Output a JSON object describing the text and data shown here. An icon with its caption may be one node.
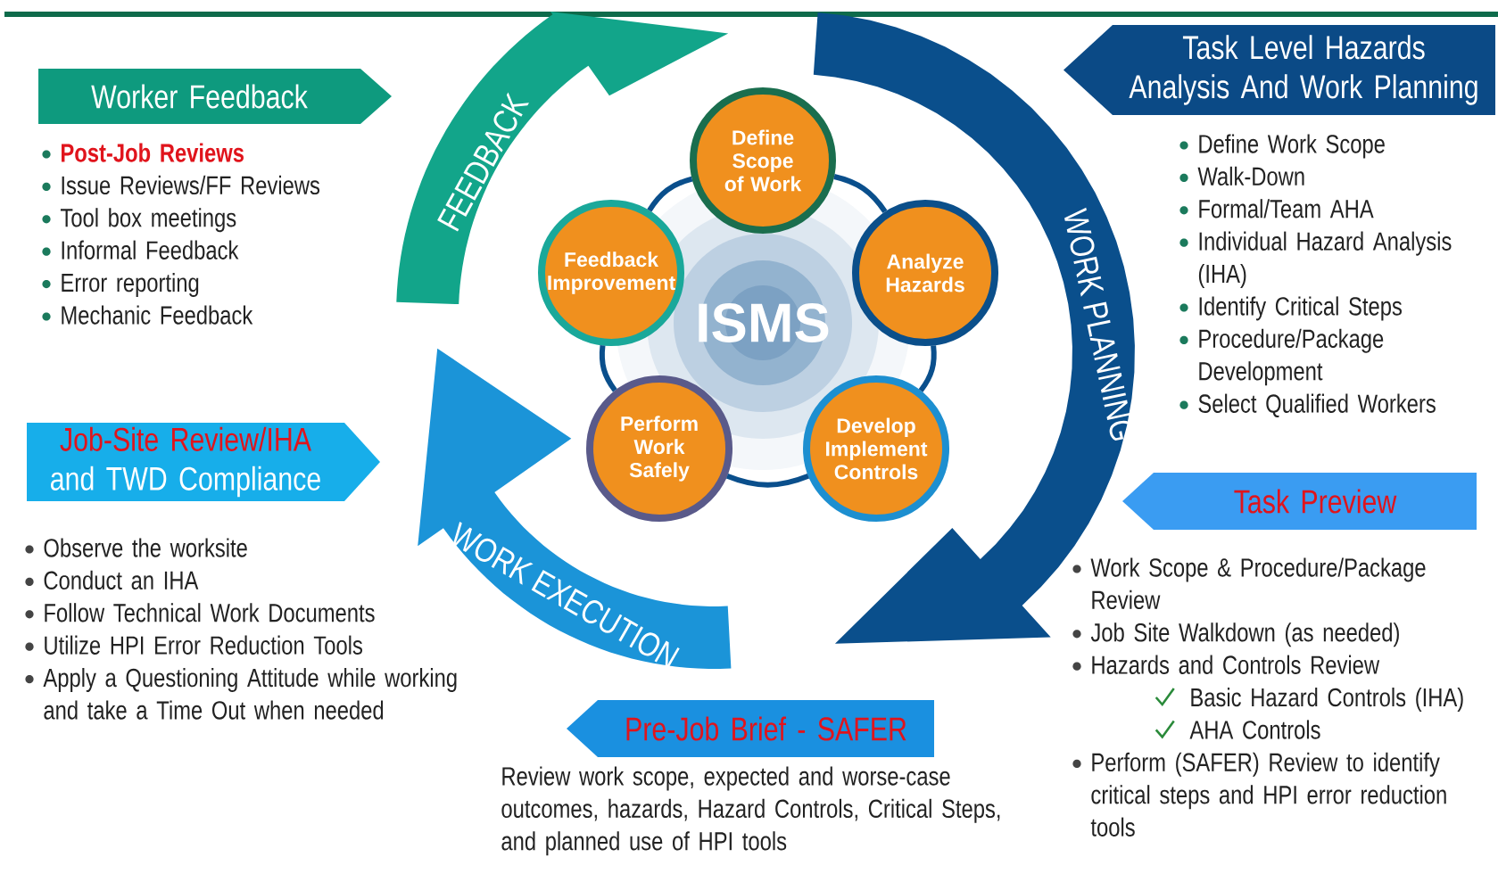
{
  "diagram": {
    "nodes": [
      {
        "text": [
          "Worker Feedback"
        ],
        "beside": [
          "Post-Job Reviews",
          "Issue Reviews/FF Reviews",
          "Tool box meetings",
          "Informal Feedback",
          "Error reporting",
          "Mechanic Feedback"
        ]
      },
      {
        "text": [
          "Task Level Hazards Analysis And Work Planning"
        ],
        "beside": [
          "Define Work Scope",
          "Walk-Down",
          "Formal/Team  AHA",
          "Individual Hazard Analysis (IHA)",
          "Identify Critical Steps",
          "Procedure/Package Development",
          "Select Qualified Workers"
        ]
      },
      {
        "text": [
          "FEEDBACK"
        ]
      },
      {
        "text": [
          "WORK PLANNING"
        ]
      },
      {
        "text": [
          "Define Scope of Work"
        ]
      },
      {
        "text": [
          "Feedback Improvement"
        ]
      },
      {
        "text": [
          "Analyze Hazards"
        ]
      },
      {
        "text": [
          "Perform Work Safely"
        ]
      },
      {
        "text": [
          "Develop Implement Controls"
        ]
      },
      {
        "text": [
          "Job-Site Review/IHA",
          "and TWD Compliance"
        ],
        "beside": [
          "Observe the worksite",
          "Conduct an IHA",
          "Follow Technical Work Documents",
          "Utilize HPI Error Reduction Tools",
          "Apply a Questioning Attitude while working and take a Time Out when needed"
        ]
      },
      {
        "text": [
          "WORK EXECUTION"
        ]
      },
      {
        "text": [
          "Task Preview"
        ],
        "beside": [
          "Work Scope & Procedure/Package Review",
          "Job Site Walkdown (as needed)",
          "Hazards and Controls Review",
          "Basic Hazard Controls (IHA)",
          "AHA Controls",
          "Perform (SAFER) Review to identify critical steps and HPI error reduction tools"
        ]
      },
      {
        "text": [
          "Pre-Job Brief - SAFER"
        ],
        "beside": [
          "Review work scope, expected and worse-case outcomes, hazards, Hazard Controls, Critical Steps, and planned use of HPI tools"
        ]
      }
    ],
    "edges": [
      {
        "from": 4,
        "to": 6,
        "arrow": "none"
      },
      {
        "from": 6,
        "to": 8,
        "arrow": "none"
      },
      {
        "from": 8,
        "to": 7,
        "arrow": "none"
      },
      {
        "from": 7,
        "to": 5,
        "arrow": "none"
      },
      {
        "from": 5,
        "to": 4,
        "arrow": "none"
      }
    ],
    "labels": [
      "ISMS"
    ]
  }
}
